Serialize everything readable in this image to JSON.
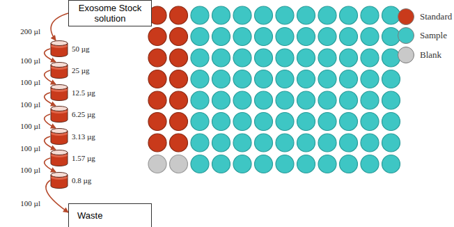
{
  "diagram": {
    "nodes": [
      {
        "text": [
          "Exosome Stock solution"
        ]
      },
      {
        "text": [
          "50 µg"
        ]
      },
      {
        "text": [
          "25 µg"
        ]
      },
      {
        "text": [
          "12.5 µg"
        ]
      },
      {
        "text": [
          "6.25 µg"
        ]
      },
      {
        "text": [
          "3.13 µg"
        ]
      },
      {
        "text": [
          "1.57 µg"
        ]
      },
      {
        "text": [
          "0.8 µg"
        ]
      },
      {
        "text": [
          "Waste"
        ]
      }
    ],
    "edges": [
      {
        "from": 0,
        "to": 1,
        "arrow": "to",
        "label": "200 µl"
      },
      {
        "from": 1,
        "to": 2,
        "arrow": "to",
        "label": "100 µl"
      },
      {
        "from": 2,
        "to": 3,
        "arrow": "to",
        "label": "100 µl"
      },
      {
        "from": 3,
        "to": 4,
        "arrow": "to",
        "label": "100 µl"
      },
      {
        "from": 4,
        "to": 5,
        "arrow": "to",
        "label": "100 µl"
      },
      {
        "from": 5,
        "to": 6,
        "arrow": "to",
        "label": "100 µl"
      },
      {
        "from": 6,
        "to": 7,
        "arrow": "to",
        "label": "100 µl"
      },
      {
        "from": 7,
        "to": 8,
        "arrow": "to",
        "label": "100 µl"
      }
    ],
    "legend": [
      {
        "text": "Standard",
        "color": "#c93a1b"
      },
      {
        "text": "Sample",
        "color": "#3ec6c4"
      },
      {
        "text": "Blank",
        "color": "#c9c9c9"
      }
    ]
  }
}
